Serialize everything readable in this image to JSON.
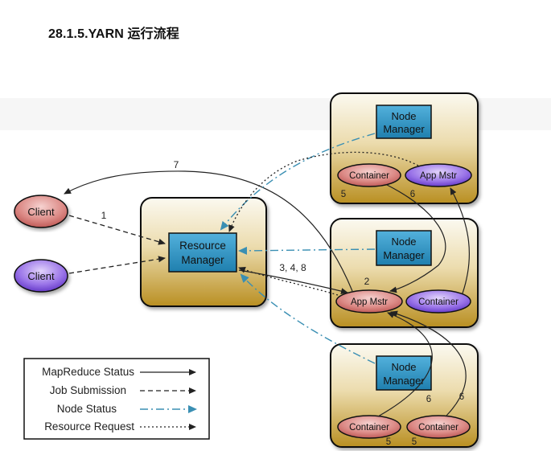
{
  "page": {
    "title": "28.1.5.YARN 运行流程"
  },
  "diagram": {
    "client_1_label": "Client",
    "client_2_label": "Client",
    "resource_manager_label_line1": "Resource",
    "resource_manager_label_line2": "Manager",
    "node_manager_1_line1": "Node",
    "node_manager_1_line2": "Manager",
    "node_manager_2_line1": "Node",
    "node_manager_2_line2": "Manager",
    "node_manager_3_line1": "Node",
    "node_manager_3_line2": "Manager",
    "node1_container_label": "Container",
    "node1_app_master_label": "App Mstr",
    "node2_app_master_label": "App Mstr",
    "node2_container_label": "Container",
    "node3_container_a_label": "Container",
    "node3_container_b_label": "Container",
    "edge_label_7": "7",
    "edge_label_1": "1",
    "edge_label_348": "3, 4, 8",
    "edge_label_2": "2",
    "node1_label_5": "5",
    "node1_label_6": "6",
    "node3_label_6a": "6",
    "node3_label_6b": "6",
    "node3_label_5a": "5",
    "node3_label_5b": "5",
    "colors": {
      "box_top": "#fbf8ee",
      "box_bottom": "#c7a133",
      "manager_fill": "#2e94c4",
      "client_red": "#d67774",
      "client_blue": "#8a5fe0",
      "node_status_blue": "#3a8fb3"
    }
  },
  "legend": {
    "items": [
      {
        "label": "MapReduce Status",
        "style": "solid"
      },
      {
        "label": "Job Submission",
        "style": "dashed"
      },
      {
        "label": "Node Status",
        "style": "dash-dot"
      },
      {
        "label": "Resource Request",
        "style": "dotted"
      }
    ]
  }
}
